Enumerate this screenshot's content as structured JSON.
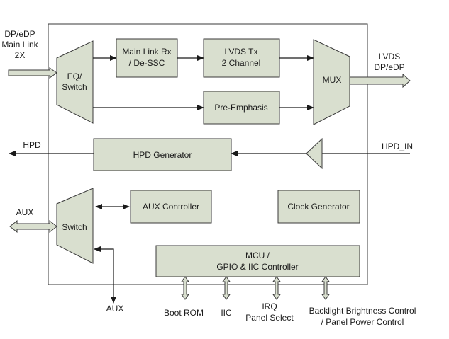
{
  "inputs": {
    "main_link": [
      "DP/eDP",
      "Main Link",
      "2X"
    ],
    "hpd_in": "HPD_IN",
    "aux_left": "AUX"
  },
  "outputs": {
    "lvds": [
      "LVDS",
      "DP/eDP"
    ],
    "hpd": "HPD",
    "aux_bottom": "AUX"
  },
  "blocks": {
    "eq_switch": [
      "EQ/",
      "Switch"
    ],
    "main_link_rx": [
      "Main Link Rx",
      "/ De-SSC"
    ],
    "lvds_tx": [
      "LVDS Tx",
      "2 Channel"
    ],
    "mux": "MUX",
    "pre_emphasis": "Pre-Emphasis",
    "hpd_generator": "HPD Generator",
    "aux_switch": "Switch",
    "aux_controller": "AUX Controller",
    "clock_generator": "Clock Generator",
    "mcu": [
      "MCU /",
      "GPIO & IIC Controller"
    ]
  },
  "bottom_interfaces": {
    "boot_rom": "Boot ROM",
    "iic": "IIC",
    "irq": [
      "IRQ",
      "Panel Select"
    ],
    "backlight": [
      "Backlight Brightness Control",
      "/ Panel Power Control"
    ]
  },
  "colors": {
    "block_fill": "#d9dfcf",
    "stroke": "#3a3a3a",
    "wire": "#1a1a1a"
  }
}
